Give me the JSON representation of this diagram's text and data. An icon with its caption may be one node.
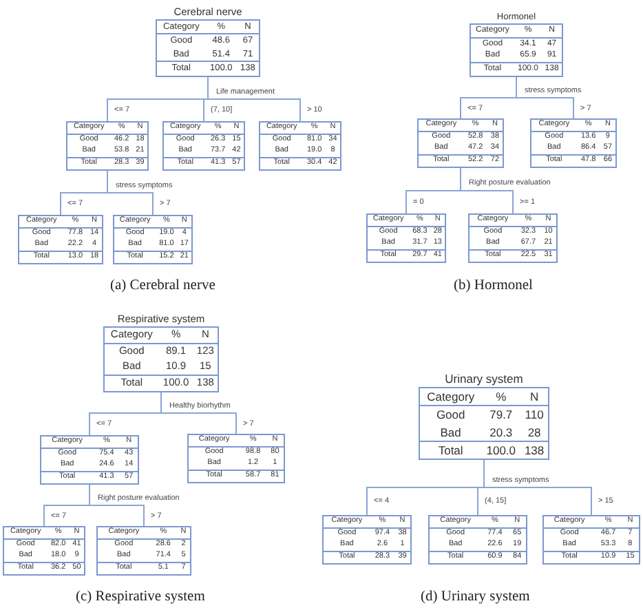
{
  "diagram": {
    "nodes": [
      {
        "text": [
          "Cerebral nerve",
          "Category",
          "%",
          "N",
          "Good",
          "48.6",
          "67",
          "Bad",
          "51.4",
          "71",
          "Total",
          "100.0",
          "138"
        ],
        "beside": [
          "Life management"
        ]
      },
      {
        "text": [
          "Category",
          "%",
          "N",
          "Good",
          "46.2",
          "18",
          "Bad",
          "53.8",
          "21",
          "Total",
          "28.3",
          "39"
        ],
        "beside": [
          "stress symptoms"
        ]
      },
      {
        "text": [
          "Category",
          "%",
          "N",
          "Good",
          "26.3",
          "15",
          "Bad",
          "73.7",
          "42",
          "Total",
          "41.3",
          "57"
        ]
      },
      {
        "text": [
          "Category",
          "%",
          "N",
          "Good",
          "81.0",
          "34",
          "Bad",
          "19.0",
          "8",
          "Total",
          "30.4",
          "42"
        ]
      },
      {
        "text": [
          "Category",
          "%",
          "N",
          "Good",
          "77.8",
          "14",
          "Bad",
          "22.2",
          "4",
          "Total",
          "13.0",
          "18"
        ]
      },
      {
        "text": [
          "Category",
          "%",
          "N",
          "Good",
          "19.0",
          "4",
          "Bad",
          "81.0",
          "17",
          "Total",
          "15.2",
          "21"
        ]
      },
      {
        "text": [
          "Hormonel",
          "Category",
          "%",
          "N",
          "Good",
          "34.1",
          "47",
          "Bad",
          "65.9",
          "91",
          "Total",
          "100.0",
          "138"
        ],
        "beside": [
          "stress symptoms"
        ]
      },
      {
        "text": [
          "Category",
          "%",
          "N",
          "Good",
          "52.8",
          "38",
          "Bad",
          "47.2",
          "34",
          "Total",
          "52.2",
          "72"
        ],
        "beside": [
          "Right posture evaluation"
        ]
      },
      {
        "text": [
          "Category",
          "%",
          "N",
          "Good",
          "13.6",
          "9",
          "Bad",
          "86.4",
          "57",
          "Total",
          "47.8",
          "66"
        ]
      },
      {
        "text": [
          "Category",
          "%",
          "N",
          "Good",
          "68.3",
          "28",
          "Bad",
          "31.7",
          "13",
          "Total",
          "29.7",
          "41"
        ]
      },
      {
        "text": [
          "Category",
          "%",
          "N",
          "Good",
          "32.3",
          "10",
          "Bad",
          "67.7",
          "21",
          "Total",
          "22.5",
          "31"
        ]
      },
      {
        "text": [
          "Respirative system",
          "Category",
          "%",
          "N",
          "Good",
          "89.1",
          "123",
          "Bad",
          "10.9",
          "15",
          "Total",
          "100.0",
          "138"
        ],
        "beside": [
          "Healthy biorhythm"
        ]
      },
      {
        "text": [
          "Category",
          "%",
          "N",
          "Good",
          "75.4",
          "43",
          "Bad",
          "24.6",
          "14",
          "Total",
          "41.3",
          "57"
        ],
        "beside": [
          "Right posture evaluation"
        ]
      },
      {
        "text": [
          "Category",
          "%",
          "N",
          "Good",
          "98.8",
          "80",
          "Bad",
          "1.2",
          "1",
          "Total",
          "58.7",
          "81"
        ]
      },
      {
        "text": [
          "Category",
          "%",
          "N",
          "Good",
          "82.0",
          "41",
          "Bad",
          "18.0",
          "9",
          "Total",
          "36.2",
          "50"
        ]
      },
      {
        "text": [
          "Category",
          "%",
          "N",
          "Good",
          "28.6",
          "2",
          "Bad",
          "71.4",
          "5",
          "Total",
          "5.1",
          "7"
        ]
      },
      {
        "text": [
          "Urinary system",
          "Category",
          "%",
          "N",
          "Good",
          "79.7",
          "110",
          "Bad",
          "20.3",
          "28",
          "Total",
          "100.0",
          "138"
        ],
        "beside": [
          "stress symptoms"
        ]
      },
      {
        "text": [
          "Category",
          "%",
          "N",
          "Good",
          "97.4",
          "38",
          "Bad",
          "2.6",
          "1",
          "Total",
          "28.3",
          "39"
        ]
      },
      {
        "text": [
          "Category",
          "%",
          "N",
          "Good",
          "77.4",
          "65",
          "Bad",
          "22.6",
          "19",
          "Total",
          "60.9",
          "84"
        ]
      },
      {
        "text": [
          "Category",
          "%",
          "N",
          "Good",
          "46.7",
          "7",
          "Bad",
          "53.3",
          "8",
          "Total",
          "10.9",
          "15"
        ]
      }
    ],
    "edges": [
      {
        "from": 0,
        "to": 1,
        "arrow": "none",
        "label": "<= 7"
      },
      {
        "from": 0,
        "to": 2,
        "arrow": "none",
        "label": "(7, 10]"
      },
      {
        "from": 0,
        "to": 3,
        "arrow": "none",
        "label": "> 10"
      },
      {
        "from": 1,
        "to": 4,
        "arrow": "none",
        "label": "<= 7"
      },
      {
        "from": 1,
        "to": 5,
        "arrow": "none",
        "label": "> 7"
      },
      {
        "from": 6,
        "to": 7,
        "arrow": "none",
        "label": "<= 7"
      },
      {
        "from": 6,
        "to": 8,
        "arrow": "none",
        "label": "> 7"
      },
      {
        "from": 7,
        "to": 9,
        "arrow": "none",
        "label": "= 0"
      },
      {
        "from": 7,
        "to": 10,
        "arrow": "none",
        "label": ">= 1"
      },
      {
        "from": 11,
        "to": 12,
        "arrow": "none",
        "label": "<= 7"
      },
      {
        "from": 11,
        "to": 13,
        "arrow": "none",
        "label": "> 7"
      },
      {
        "from": 12,
        "to": 14,
        "arrow": "none",
        "label": "<= 7"
      },
      {
        "from": 12,
        "to": 15,
        "arrow": "none",
        "label": "> 7"
      },
      {
        "from": 16,
        "to": 17,
        "arrow": "none",
        "label": "<= 4"
      },
      {
        "from": 16,
        "to": 18,
        "arrow": "none",
        "label": "(4, 15]"
      },
      {
        "from": 16,
        "to": 19,
        "arrow": "none",
        "label": "> 15"
      }
    ],
    "labels": [
      "(a) Cerebral nerve",
      "(b) Hormonel",
      "(c) Respirative system",
      "(d) Urinary system"
    ]
  }
}
